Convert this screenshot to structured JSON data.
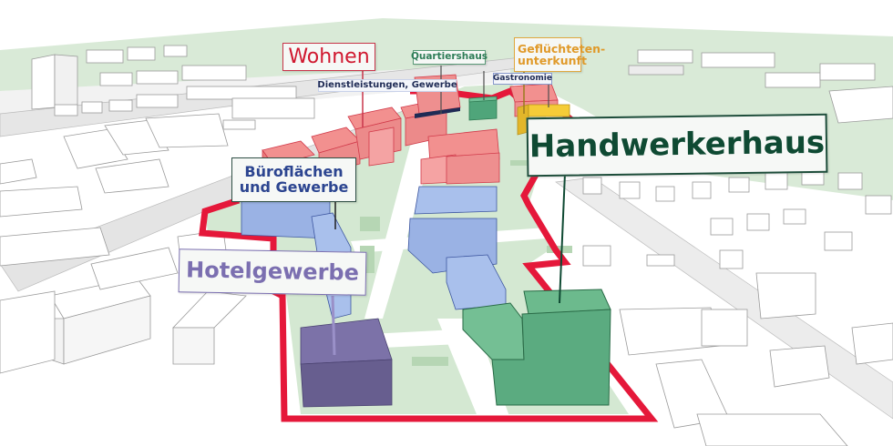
{
  "diagram": {
    "type": "3d-urban-site-plan",
    "colors": {
      "boundary": "#e5183a",
      "residential": "#f08a8a",
      "office": "#a3b8e6",
      "hotel": "#6e6494",
      "craft": "#5bab80",
      "community": "#4fa57a",
      "refugee": "#f2c230",
      "green_space": "#d4e8d2",
      "context_buildings": "#ffffff",
      "context_outline": "#999999"
    },
    "labels": [
      {
        "id": "wohnen",
        "text": "Wohnen",
        "color": "#d0182f",
        "border": "#c8354a"
      },
      {
        "id": "quartiershaus",
        "text": "Quartiershaus",
        "color": "#2e7d57",
        "border": "#5a9a78"
      },
      {
        "id": "gefluechteten",
        "line1": "Geflüchteten-",
        "line2": "unterkunft",
        "color": "#e09a2a",
        "border": "#e0a840"
      },
      {
        "id": "dienstleistungen",
        "text": "Dienstleistungen, Gewerbe",
        "color": "#1f2b55",
        "border": "#8899cc"
      },
      {
        "id": "gastronomie",
        "text": "Gastronomie",
        "color": "#1f2b55",
        "border": "#8899cc"
      },
      {
        "id": "bueroflaechen",
        "line1": "Büroflächen",
        "line2": "und Gewerbe",
        "color": "#2c4590",
        "border": "#2f4f45"
      },
      {
        "id": "handwerkerhaus",
        "text": "Handwerkerhaus",
        "color": "#0f4a33",
        "border": "#1d4d3a"
      },
      {
        "id": "hotelgewerbe",
        "text": "Hotelgewerbe",
        "color": "#7b6fb0",
        "border": "#7b6fb0"
      }
    ]
  }
}
